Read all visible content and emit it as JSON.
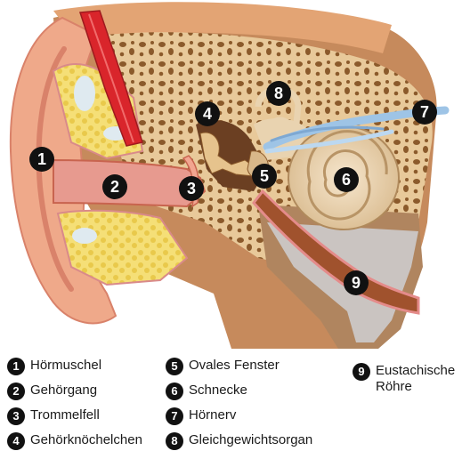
{
  "callouts": [
    {
      "num": "1",
      "label": "Hörmuschel"
    },
    {
      "num": "2",
      "label": "Gehörgang"
    },
    {
      "num": "3",
      "label": "Trommelfell"
    },
    {
      "num": "4",
      "label": "Gehörknöchelchen"
    },
    {
      "num": "5",
      "label": "Ovales Fenster"
    },
    {
      "num": "6",
      "label": "Schnecke"
    },
    {
      "num": "7",
      "label": "Hörnerv"
    },
    {
      "num": "8",
      "label": "Gleichgewichtsorgan"
    },
    {
      "num": "9",
      "label": "Eustachische\nRöhre"
    }
  ],
  "colors": {
    "skin": "#f2b08a",
    "skin_dark": "#d9826a",
    "bone": "#e8c99a",
    "bone_dark": "#9c6b3f",
    "fat": "#f3d86a",
    "muscle": "#d9252b",
    "canal": "#e79a8f",
    "cochlea": "#e9d3b0",
    "nerve": "#9ec4e6",
    "badge": "#111111"
  }
}
